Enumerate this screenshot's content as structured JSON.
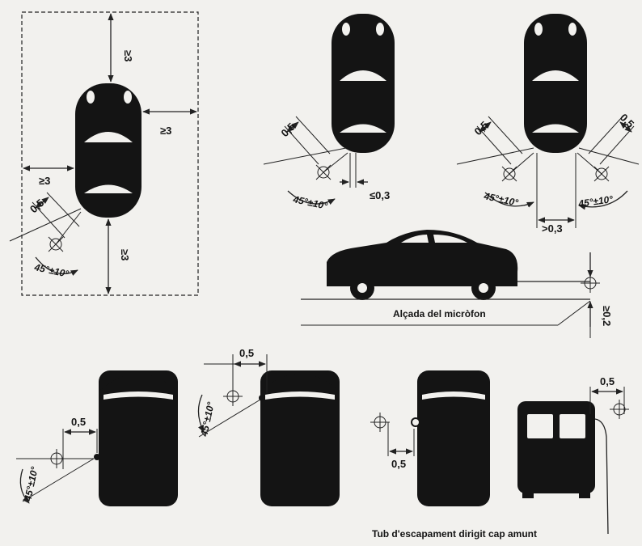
{
  "labels": {
    "top_clearance": "≥3",
    "side_clearance": "≥3",
    "left_clearance": "≥3",
    "rear_clearance": "≥3",
    "distance": "0,5",
    "angle": "45°±10°",
    "spacing_max": "≤0,3",
    "spacing_min": ">0,3",
    "height_min": "≥0,2",
    "microphone_height": "Alçada del micròfon",
    "exhaust_up": "Tub d'escapament dirigit cap amunt"
  }
}
